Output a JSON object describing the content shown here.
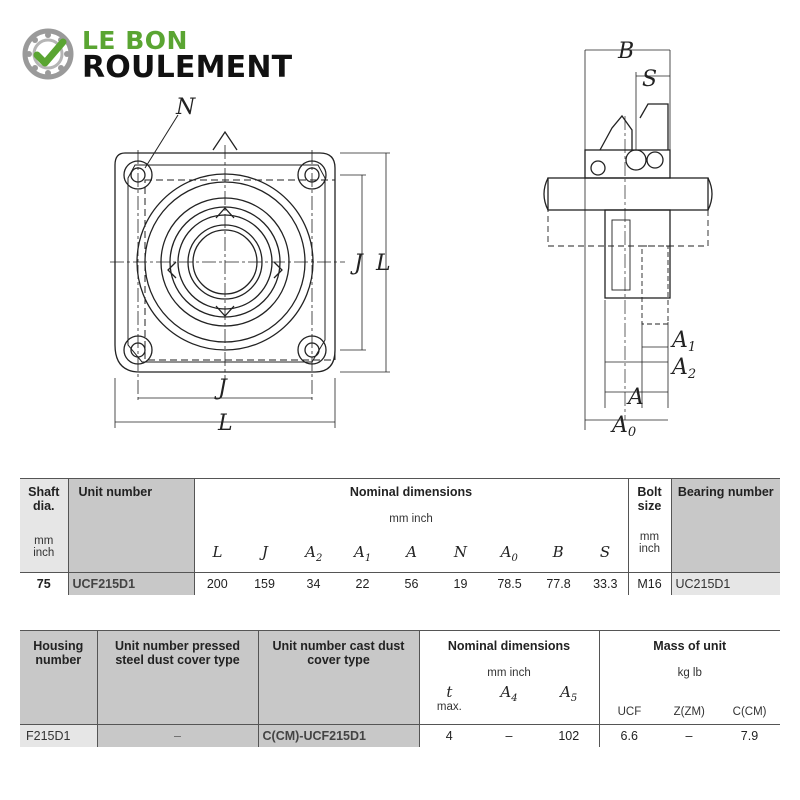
{
  "logo": {
    "line1": "LE BON",
    "line2": "ROULEMENT",
    "color_green": "#5aa532",
    "icon": "bearing-check-icon"
  },
  "drawing_labels": {
    "N": "N",
    "J_vertical": "J",
    "L_vertical": "L",
    "J_horizontal": "J",
    "L_horizontal": "L",
    "B": "B",
    "S": "S",
    "A1": "A",
    "A1_sub": "1",
    "A2": "A",
    "A2_sub": "2",
    "A": "A",
    "A0": "A",
    "A0_sub": "0"
  },
  "table1": {
    "shaft": "Shaft dia.",
    "shaft_units": "mm\ninch",
    "unit_number": "Unit number",
    "nominal": "Nominal dimensions",
    "nominal_units": "mm  inch",
    "bolt": "Bolt size",
    "bolt_units": "mm\ninch",
    "bearing": "Bearing number",
    "cols": [
      "L",
      "J",
      "A",
      "A",
      "A",
      "N",
      "A",
      "B",
      "S"
    ],
    "col_subs": [
      "",
      "",
      "2",
      "1",
      "",
      "",
      "0",
      "",
      ""
    ],
    "row": {
      "shaft": "75",
      "unit": "UCF215D1",
      "values": [
        "200",
        "159",
        "34",
        "22",
        "56",
        "19",
        "78.5",
        "77.8",
        "33.3"
      ],
      "bolt": "M16",
      "bearing": "UC215D1"
    }
  },
  "table2": {
    "housing": "Housing number",
    "unit_pressed": "Unit number pressed steel dust cover type",
    "unit_cast": "Unit number cast dust cover type",
    "nominal": "Nominal dimensions",
    "nominal_units": "mm  inch",
    "dim_t": "t",
    "dim_t_note": "max.",
    "dim_a4": "A",
    "dim_a4_sub": "4",
    "dim_a5": "A",
    "dim_a5_sub": "5",
    "mass": "Mass of unit",
    "mass_units": "kg  lb",
    "mass_cols": [
      "UCF",
      "Z(ZM)",
      "C(CM)"
    ],
    "row": {
      "housing": "F215D1",
      "pressed": "–",
      "cast": "C(CM)-UCF215D1",
      "t": "4",
      "a4": "–",
      "a5": "102",
      "ucf": "6.6",
      "zzm": "–",
      "ccm": "7.9"
    }
  }
}
